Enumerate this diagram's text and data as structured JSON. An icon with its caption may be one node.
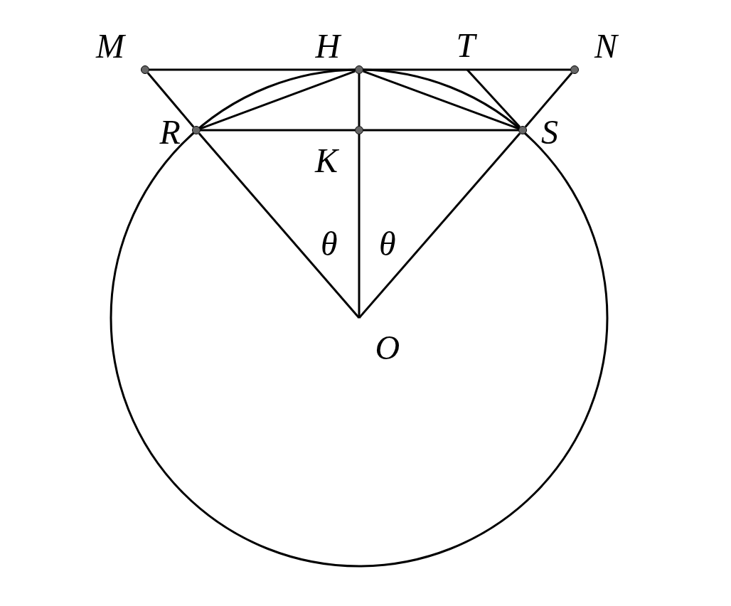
{
  "diagram": {
    "nodes": [
      {
        "text": [
          "M"
        ]
      },
      {
        "text": [
          "H"
        ]
      },
      {
        "text": [
          "T"
        ]
      },
      {
        "text": [
          "N"
        ]
      },
      {
        "text": [
          "R"
        ]
      },
      {
        "text": [
          "K"
        ]
      },
      {
        "text": [
          "S"
        ]
      },
      {
        "text": [
          "O"
        ]
      }
    ],
    "edges": [
      {
        "from": 0,
        "to": 1,
        "arrow": "none"
      },
      {
        "from": 1,
        "to": 2,
        "arrow": "none"
      },
      {
        "from": 2,
        "to": 3,
        "arrow": "none"
      },
      {
        "from": 0,
        "to": 4,
        "arrow": "none"
      },
      {
        "from": 4,
        "to": 7,
        "arrow": "none"
      },
      {
        "from": 3,
        "to": 6,
        "arrow": "none"
      },
      {
        "from": 6,
        "to": 7,
        "arrow": "none"
      },
      {
        "from": 4,
        "to": 5,
        "arrow": "none"
      },
      {
        "from": 5,
        "to": 6,
        "arrow": "none"
      },
      {
        "from": 1,
        "to": 5,
        "arrow": "none"
      },
      {
        "from": 5,
        "to": 7,
        "arrow": "none"
      },
      {
        "from": 1,
        "to": 4,
        "arrow": "none"
      },
      {
        "from": 1,
        "to": 6,
        "arrow": "none"
      },
      {
        "from": 2,
        "to": 6,
        "arrow": "none"
      }
    ],
    "labels": [
      "θ",
      "θ"
    ]
  }
}
